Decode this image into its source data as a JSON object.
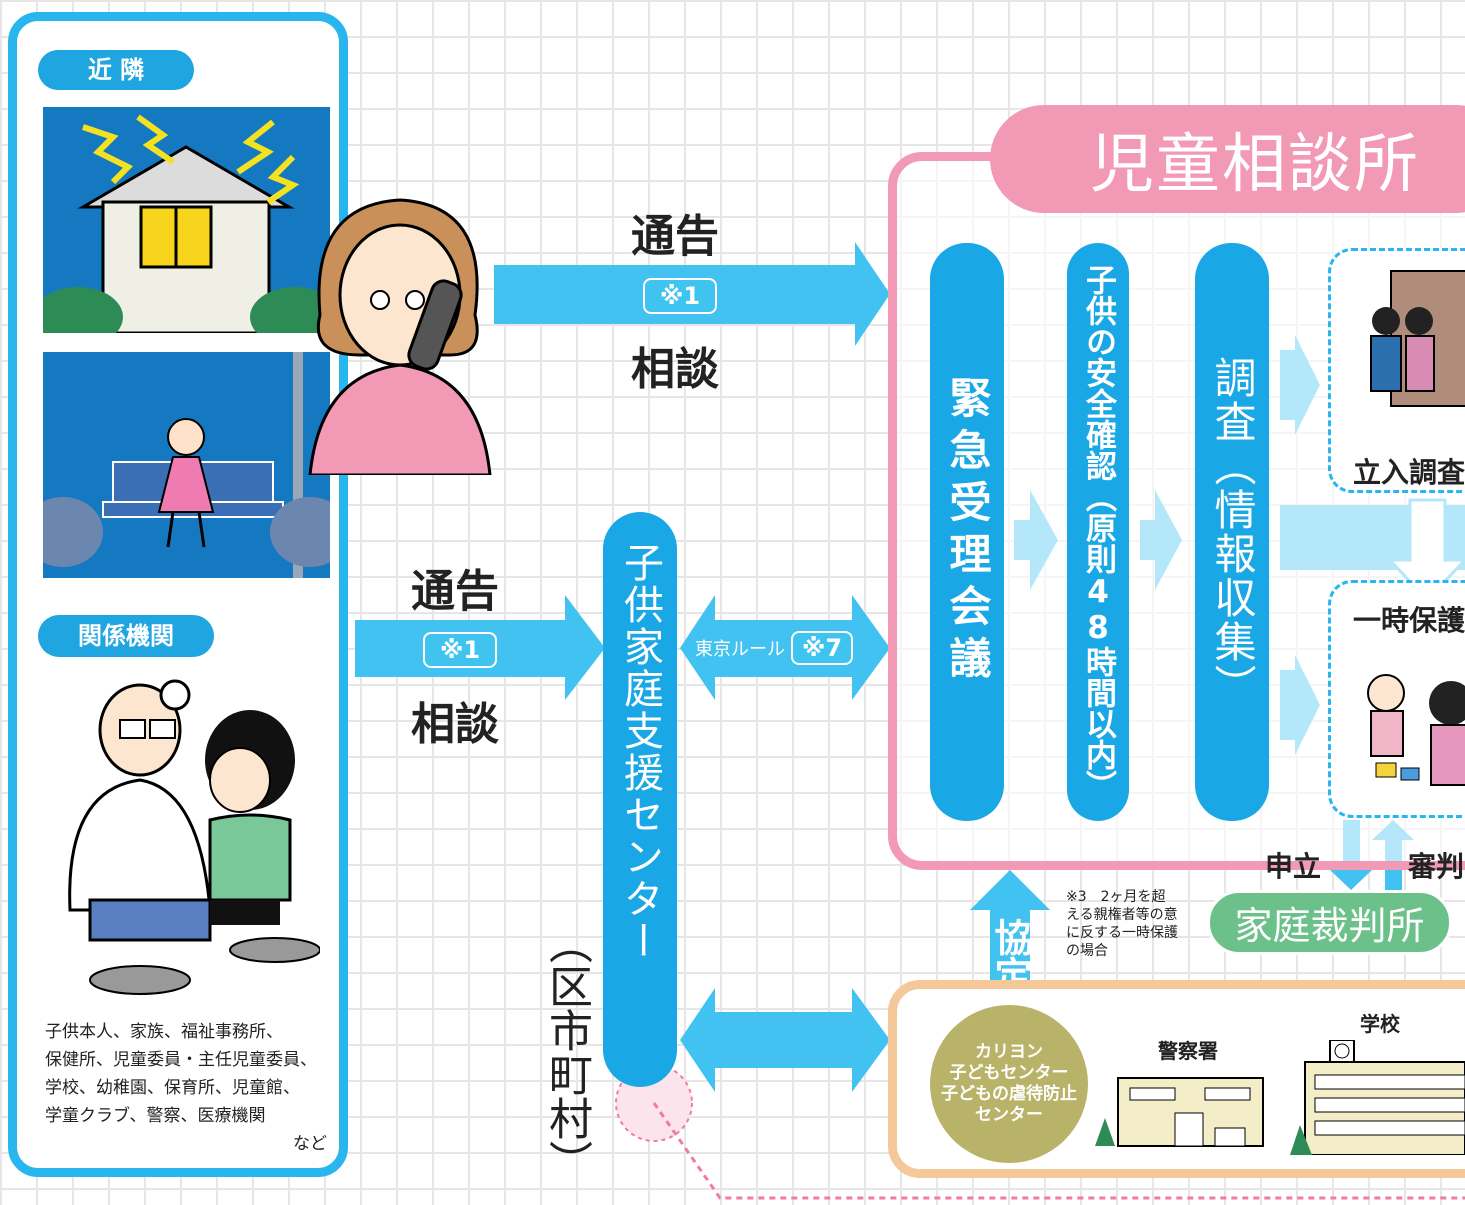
{
  "reporters": {
    "neighbors_label": "近 隣",
    "agencies_label": "関係機関",
    "agencies_list": [
      "子供本人、家族、福祉事務所、",
      "保健所、児童委員・主任児童委員、",
      "学校、幼稚園、保育所、児童館、",
      "学童クラブ、警察、医療機関"
    ],
    "agencies_etc": "など"
  },
  "arrow_top": {
    "upper": "通告",
    "badge": "※1",
    "lower": "相談"
  },
  "arrow_mid": {
    "upper": "通告",
    "badge": "※1",
    "lower": "相談"
  },
  "support_center": {
    "name": "子供家庭支援センター",
    "note": "（区市町村）"
  },
  "tokyo_rule": {
    "label": "東京ルール",
    "badge": "※7"
  },
  "jidou": {
    "title": "児童相談所",
    "step1": "緊急受理会議",
    "step2": "子供の安全確認（原則48時間以内）",
    "step3": "調査（情報収集）",
    "onsite": "立入調査",
    "temp": "一時保護"
  },
  "court": {
    "name": "家庭裁判所",
    "apply": "申立",
    "judgment": "審判",
    "note": [
      "※3　2ヶ月を超",
      "える親権者等の意",
      "に反する一時保護",
      "の場合"
    ]
  },
  "kyotei": "協定",
  "partners": {
    "center": [
      "カリヨン",
      "子どもセンター",
      "子どもの虐待防止",
      "センター"
    ],
    "police": "警察署",
    "school": "学校"
  },
  "colors": {
    "blue": "#1aa7e6",
    "light_blue": "#3fc4f0",
    "pink": "#f29ab5",
    "green": "#6cc18a",
    "orange": "#f5c89a",
    "olive": "#b9b36a"
  }
}
